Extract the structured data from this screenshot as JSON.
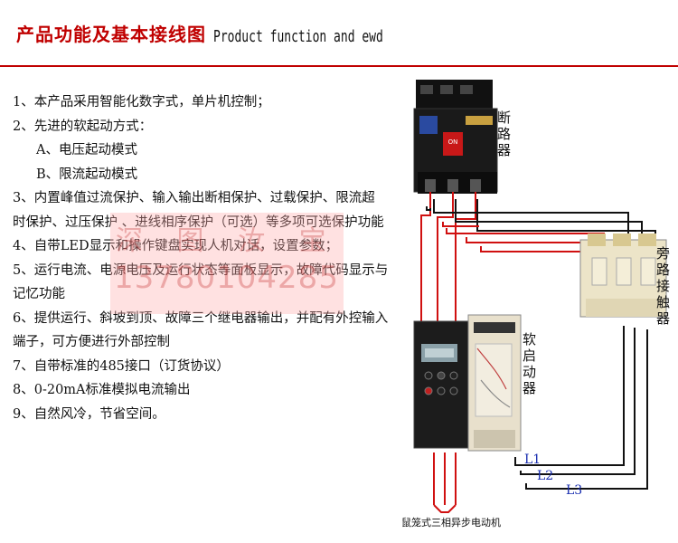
{
  "header": {
    "title_cn": "产品功能及基本接线图",
    "title_en": "Product function and ewd"
  },
  "features": [
    "1、本产品采用智能化数字式，单片机控制；",
    "2、先进的软起动方式：",
    "A、电压起动模式",
    "B、限流起动模式",
    "3、内置峰值过流保护、输入输出断相保护、过载保护、限流超",
    "时保护、过压保护 、进线相序保护（可选）等多项可选保护功能",
    "4、自带LED显示和操作键盘实现人机对话，设置参数；",
    "5、运行电流、电源电压及运行状态等面板显示，故障代码显示与",
    "记忆功能",
    "6、提供运行、斜坡到顶、故障三个继电器输出，并配有外控输入",
    "端子，可方便进行外部控制",
    "7、自带标准的485接口（订货协议）",
    "8、0-20mA标准模拟电流输出",
    "9、自然风冷，节省空间。"
  ],
  "watermark": {
    "text": "深 图 汝 宝",
    "phone": "13780104285"
  },
  "diagram": {
    "breaker_label": [
      "断",
      "路",
      "器"
    ],
    "contactor_label": [
      "旁",
      "路",
      "接",
      "触",
      "器"
    ],
    "soft_starter_label": [
      "软",
      "启",
      "动",
      "器"
    ],
    "line_labels": [
      "L1",
      "L2",
      "L3"
    ],
    "motor_label": "鼠笼式三相异步电动机",
    "breaker_button": "ON",
    "colors": {
      "wire_red": "#d01010",
      "wire_black": "#111111",
      "label_blue": "#1a2fb0"
    }
  }
}
